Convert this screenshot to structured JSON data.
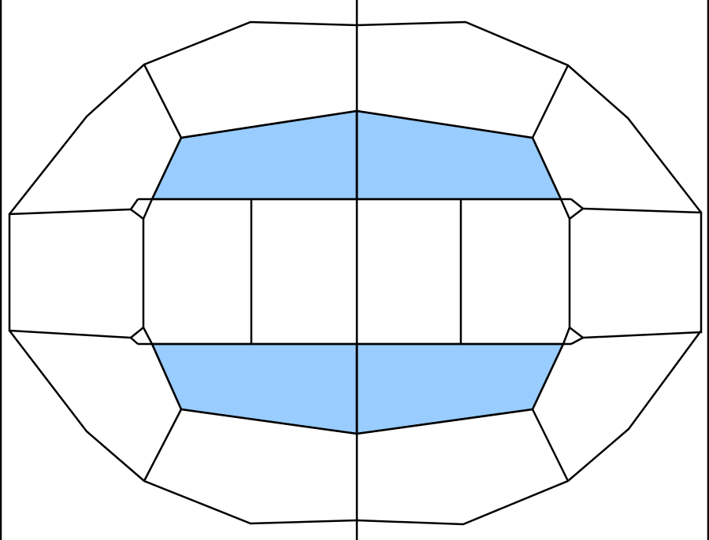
{
  "colors": {
    "background": "#ffffff",
    "stroke": "#000000",
    "highlight": "#99ccff"
  },
  "regions": [
    {
      "id": "top-left-highlight",
      "highlighted": true
    },
    {
      "id": "top-right-highlight",
      "highlighted": true
    },
    {
      "id": "bottom-left-highlight",
      "highlighted": true
    },
    {
      "id": "bottom-right-highlight",
      "highlighted": true
    },
    {
      "id": "center-left-cell",
      "highlighted": false
    },
    {
      "id": "center-middle-left-cell",
      "highlighted": false
    },
    {
      "id": "center-middle-right-cell",
      "highlighted": false
    },
    {
      "id": "center-right-cell",
      "highlighted": false
    },
    {
      "id": "left-octagon",
      "highlighted": false
    },
    {
      "id": "right-octagon",
      "highlighted": false
    }
  ]
}
